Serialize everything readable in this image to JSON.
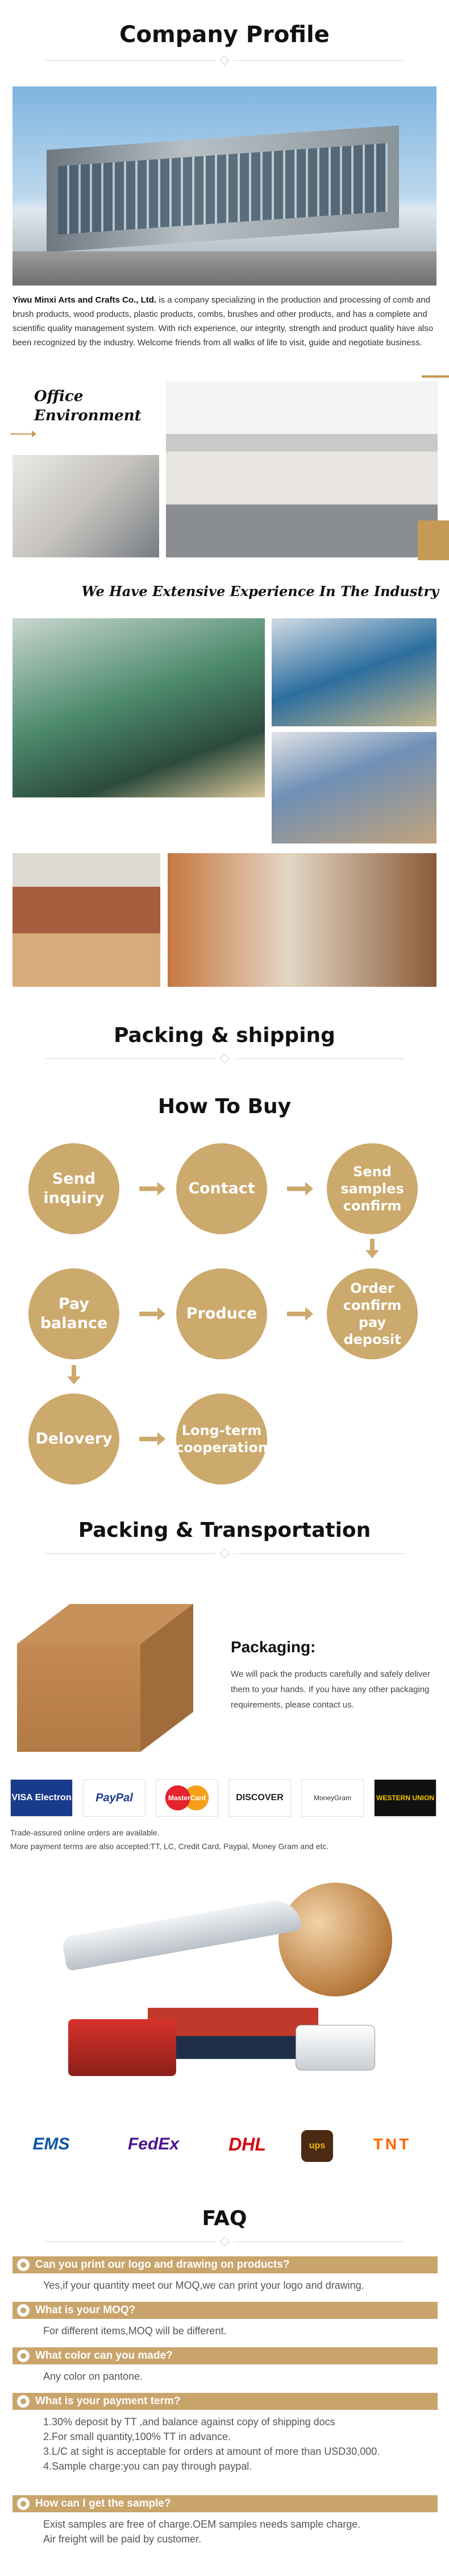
{
  "company_profile": {
    "title": "Company Profile",
    "intro_bold": "Yiwu Minxi Arts and Crafts Co., Ltd.",
    "intro_text": " is a company specializing in the production and processing of comb and brush products, wood products, plastic products, combs, brushes and other products, and has a complete and scientific quality management system. With rich experience, our integrity, strength and product quality have also been recognized by the industry. Welcome friends from all walks of life to visit, guide and negotiate business."
  },
  "office": {
    "label_line1": "Office",
    "label_line2": "Environment"
  },
  "experience": {
    "title": "We Have Extensive Experience In The Industry"
  },
  "packing_shipping": {
    "title": "Packing & shipping"
  },
  "how_to_buy": {
    "title": "How To Buy",
    "steps": [
      {
        "line1": "Send",
        "line2": "inquiry"
      },
      {
        "line1": "Contact",
        "line2": ""
      },
      {
        "line1": "Send",
        "line2": "samples",
        "line3": "confirm"
      },
      {
        "line1": "Pay",
        "line2": "balance"
      },
      {
        "line1": "Produce",
        "line2": ""
      },
      {
        "line1": "Order",
        "line2": "confirm",
        "line3": "pay",
        "line4": "deposit"
      },
      {
        "line1": "Delovery",
        "line2": ""
      },
      {
        "line1": "Long-term",
        "line2": "cooperation"
      }
    ]
  },
  "packing_transport": {
    "title": "Packing & Transportation",
    "packaging_heading": "Packaging:",
    "packaging_text": "We will pack the products carefully and safely deliver them to your hands. If you have any other packaging requirements, please contact us."
  },
  "payments": {
    "logos": [
      "VISA Electron",
      "PayPal",
      "MasterCard",
      "DISCOVER",
      "MoneyGram",
      "WESTERN UNION"
    ],
    "note_line1": "Trade-assured online orders are available.",
    "note_line2": "More payment terms are also accepted:TT, LC, Credit Card, Paypal, Money Gram and etc."
  },
  "carriers": [
    "EMS",
    "FedEx",
    "DHL",
    "ups",
    "TNT"
  ],
  "faq": {
    "title": "FAQ",
    "items": [
      {
        "q": "Can you print our logo and drawing on products?",
        "a": "Yes,if your quantity meet our MOQ,we can print your logo and drawing."
      },
      {
        "q": "What is your MOQ?",
        "a": "For different items,MOQ will be different."
      },
      {
        "q": "What color can you made?",
        "a": "Any color on pantone."
      },
      {
        "q": "What is your payment term?",
        "a1": "1.30% deposit by TT ,and balance against copy of shipping docs",
        "a2": "2.For small quantity,100% TT in advance.",
        "a3": "3.L/C at sight is acceptable for orders at amount of more than USD30,000.",
        "a4": "4.Sample charge:you can pay through paypal."
      },
      {
        "q": "How can I get the sample?",
        "a1": "Exist samples are free of charge.OEM samples needs sample charge.",
        "a2": "Air freight will be paid by customer."
      }
    ]
  },
  "colors": {
    "gold": "#cca96c",
    "faq_gold": "#c9a46b"
  }
}
